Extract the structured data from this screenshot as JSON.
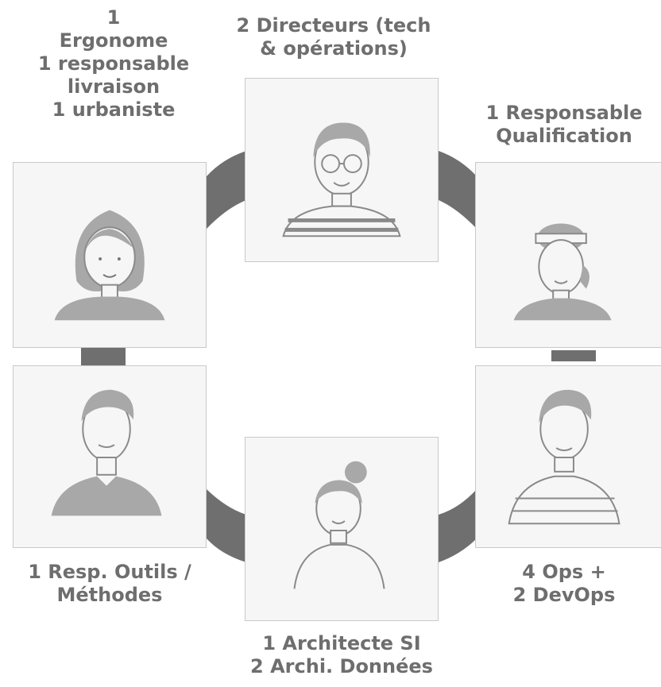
{
  "labels": {
    "top_left": [
      "1",
      "Ergonome",
      "1 responsable",
      "livraison",
      "1 urbaniste"
    ],
    "top_center": [
      "2 Directeurs (tech",
      "& opérations)"
    ],
    "top_right": [
      "1 Responsable",
      "Qualification"
    ],
    "bottom_left": [
      "1 Resp. Outils /",
      "Méthodes"
    ],
    "bottom_center": [
      "1 Architecte SI",
      "2 Archi. Données"
    ],
    "bottom_right": [
      "4 Ops +",
      "2 DevOps"
    ]
  },
  "icons": {
    "top_left": "woman-avatar-icon",
    "top_center": "man-with-glasses-avatar-icon",
    "top_right": "woman-with-headband-avatar-icon",
    "bottom_left": "man-avatar-icon",
    "bottom_center": "woman-with-bun-avatar-icon",
    "bottom_right": "man-striped-shirt-avatar-icon"
  },
  "colors": {
    "text": "#6e6e6e",
    "connector": "#6f6f6f",
    "box_fill": "#f6f6f6",
    "box_border": "#c9c9c9",
    "avatar_fill": "#a8a8a8",
    "avatar_line": "#8a8a8a"
  }
}
